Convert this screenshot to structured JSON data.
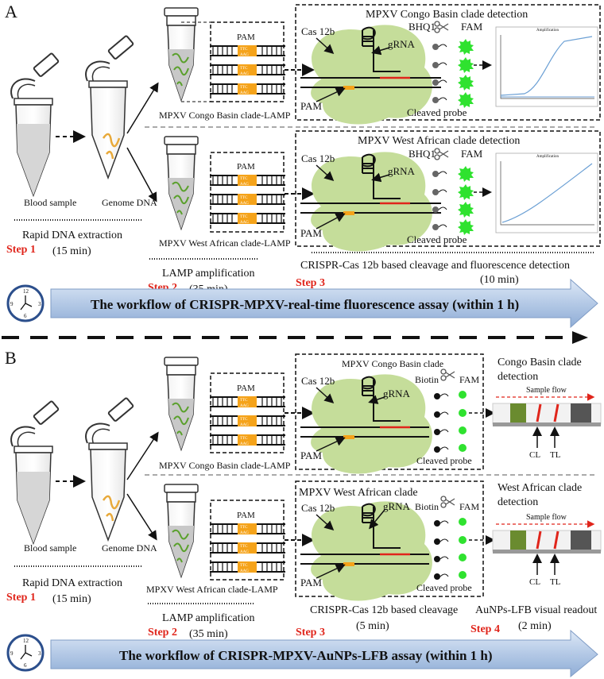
{
  "panel_a": {
    "label": "A",
    "blood_sample": "Blood sample",
    "genome_dna": "Genome DNA",
    "extraction": "Rapid DNA extraction",
    "extraction_time": "(15 min)",
    "step1": "Step 1",
    "lamp_congo": "MPXV Congo Basin clade-LAMP",
    "lamp_west": "MPXV West African clade-LAMP",
    "lamp": "LAMP amplification",
    "lamp_time": "(35 min)",
    "step2": "Step 2",
    "det_congo_title": "MPXV Congo Basin clade detection",
    "det_west_title": "MPXV West African clade detection",
    "cas": "Cas 12b",
    "grna": "gRNA",
    "pam": "PAM",
    "bhq1": "BHQ1",
    "fam": "FAM",
    "cleaved": "Cleaved probe",
    "plot_title": "Amplification",
    "cleavage": "CRISPR-Cas 12b based cleavage and fluorescence detection",
    "cleavage_time": "(10 min)",
    "step3": "Step 3",
    "workflow": "The workflow of CRISPR-MPXV-real-time fluorescence assay (within 1 h)"
  },
  "panel_b": {
    "label": "B",
    "blood_sample": "Blood sample",
    "genome_dna": "Genome DNA",
    "extraction": "Rapid DNA extraction",
    "extraction_time": "(15 min)",
    "step1": "Step 1",
    "lamp_congo": "MPXV Congo Basin clade-LAMP",
    "lamp_west": "MPXV West African clade-LAMP",
    "lamp": "LAMP amplification",
    "lamp_time": "(35 min)",
    "step2": "Step 2",
    "det_congo_title": "MPXV Congo Basin clade",
    "det_west_title": "MPXV West African clade",
    "cas": "Cas 12b",
    "grna": "gRNA",
    "pam": "PAM",
    "biotin": "Biotin",
    "fam": "FAM",
    "cleaved": "Cleaved probe",
    "cleavage": "CRISPR-Cas 12b based cleavage",
    "cleavage_time": "(5 min)",
    "step3": "Step 3",
    "congo_det_l1": "Congo Basin clade",
    "congo_det_l2": "detection",
    "west_det_l1": "West African clade",
    "west_det_l2": "detection",
    "sample_flow": "Sample flow",
    "cl": "CL",
    "tl": "TL",
    "lfb": "AuNPs-LFB visual readout",
    "lfb_time": "(2 min)",
    "step4": "Step 4",
    "workflow": "The workflow of CRISPR-MPXV-AuNPs-LFB assay (within 1 h)"
  },
  "clock_numbers": [
    "12",
    "3",
    "6",
    "9"
  ],
  "pam_seq_top": "TTC",
  "pam_seq_bottom": "AAG",
  "colors": {
    "step": "#e0251b",
    "cas_blob": "#c5dd9a",
    "fam": "#2fe22f",
    "arrow_fill": "#b9cde8",
    "pam_box": "#f5a31a"
  }
}
